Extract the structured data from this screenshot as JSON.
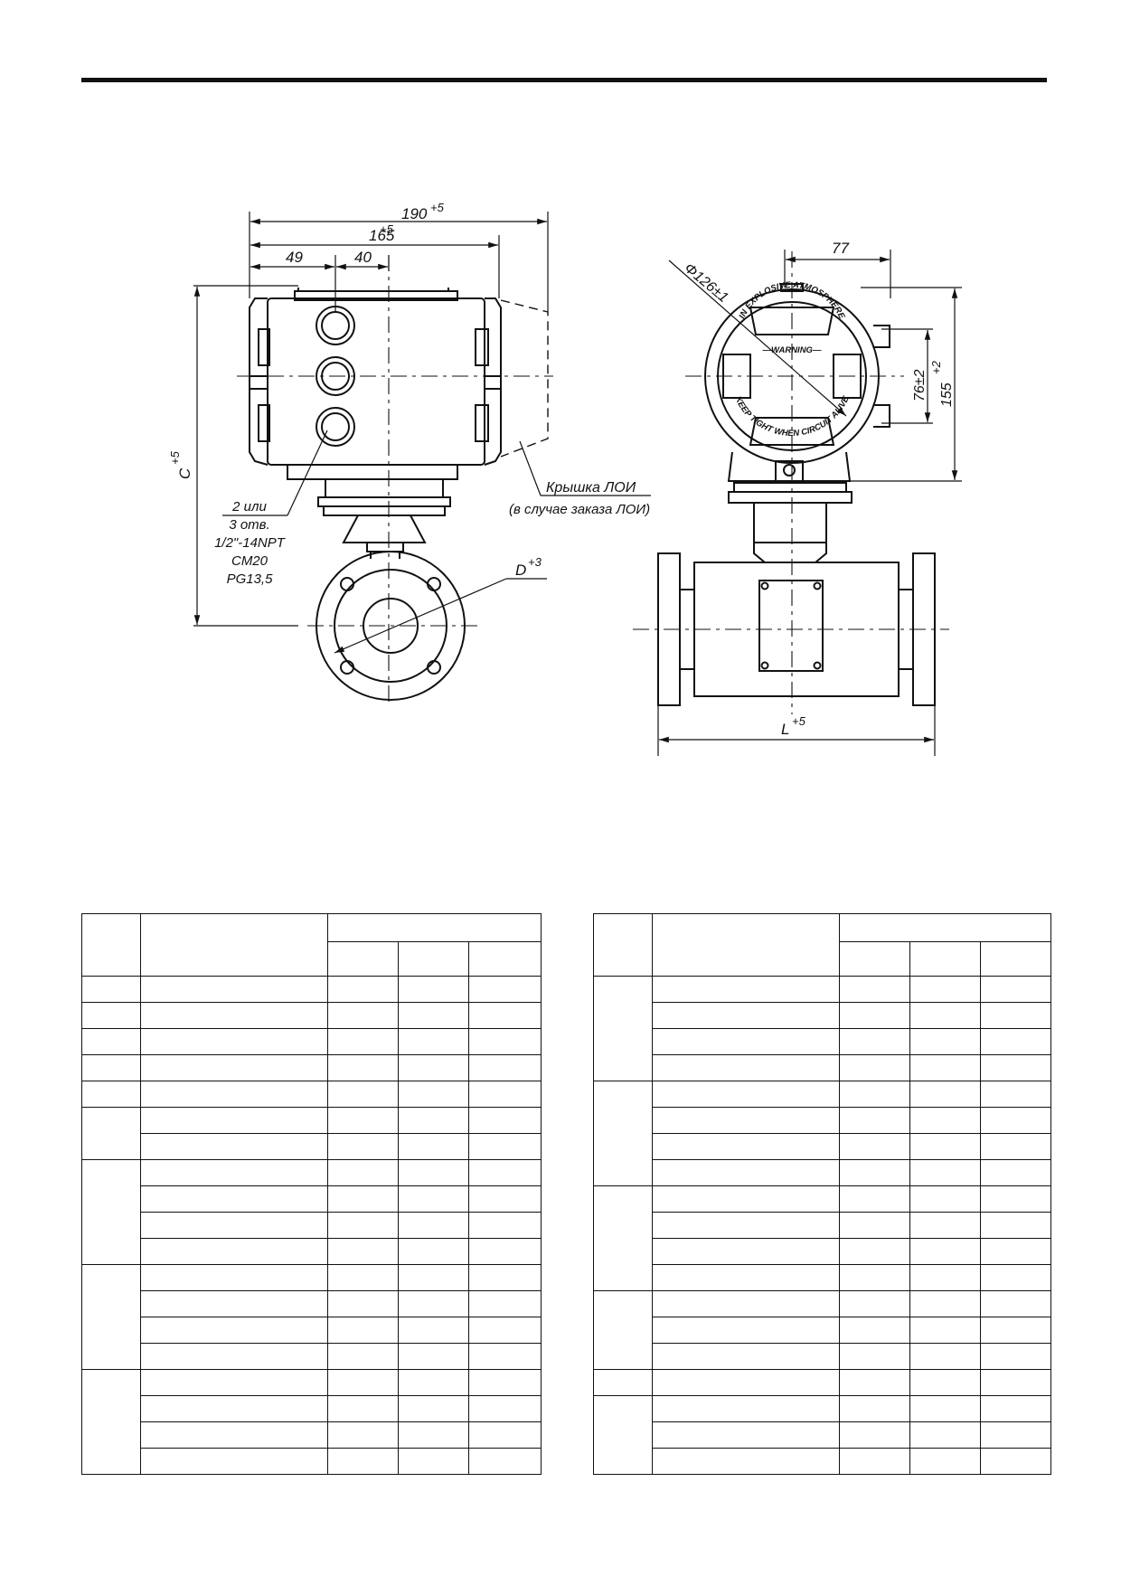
{
  "drawing": {
    "dim_190": "190",
    "tol_190": "+5",
    "dim_165": "165",
    "tol_165": "+5",
    "dim_49": "49",
    "dim_40": "40",
    "dim_c": "C",
    "tol_c": "+5",
    "hole_note": [
      "2 или",
      "3 отв.",
      "1/2\"-14NPT",
      "CM20",
      "PG13,5"
    ],
    "lid_label": "Крышка ЛОИ",
    "lid_note": "(в случае заказа ЛОИ)",
    "dim_d": "D",
    "tol_d": "+3",
    "dim_phi": "Φ126±1",
    "dim_77": "77",
    "dim_76": "76±2",
    "dim_155": "155",
    "tol_155": "+2",
    "dim_l": "L",
    "tol_l": "+5",
    "cover_top": "IN EXPLOSIVE ATMOSPHERE",
    "cover_mid": "—WARNING—",
    "cover_bottom": "KEEP TIGHT WHEN CIRCUIT ALIVE"
  },
  "colors": {
    "line": "#111111",
    "background": "#ffffff"
  }
}
